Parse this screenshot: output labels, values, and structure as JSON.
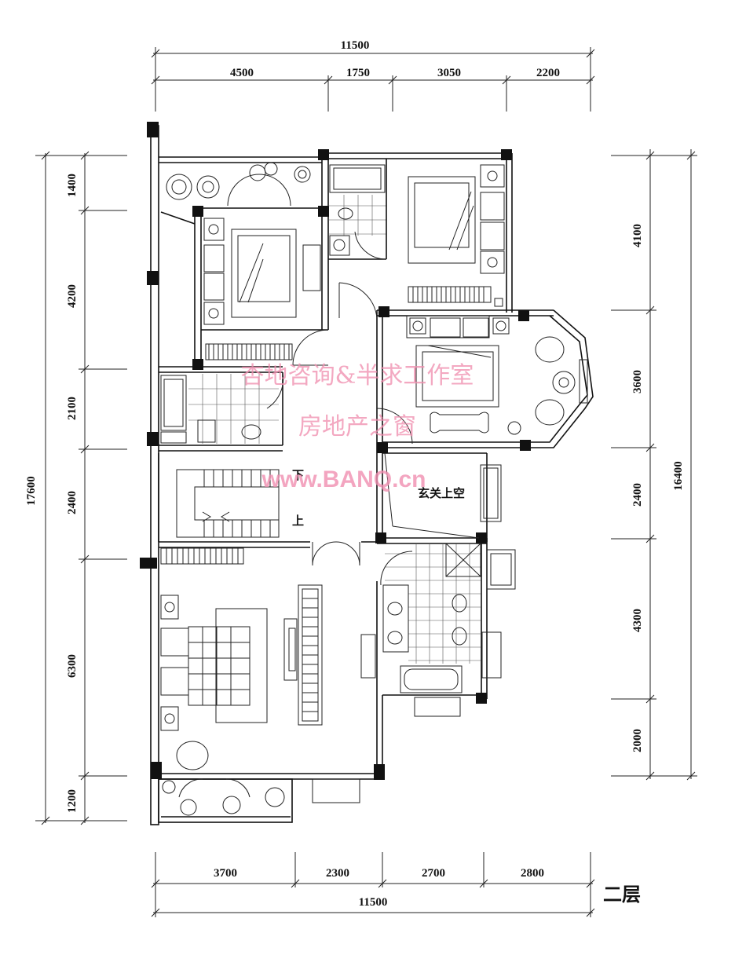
{
  "dimensions": {
    "top_total": "11500",
    "top_segments": [
      "4500",
      "1750",
      "3050",
      "2200"
    ],
    "bottom_segments": [
      "3700",
      "2300",
      "2700",
      "2800"
    ],
    "bottom_total": "11500",
    "left_total": "17600",
    "left_segments": [
      "1400",
      "4200",
      "2100",
      "2400",
      "6300",
      "1200"
    ],
    "right_total": "16400",
    "right_segments": [
      "4100",
      "3600",
      "2400",
      "4300",
      "2000"
    ]
  },
  "labels": {
    "stair_down": "下",
    "stair_up": "上",
    "foyer_void": "玄关上空",
    "floor_name": "二层"
  },
  "watermark": {
    "line1": "杏地咨询&半求工作室",
    "line2": "房地产之窗",
    "url": "www.BANQ.cn"
  }
}
